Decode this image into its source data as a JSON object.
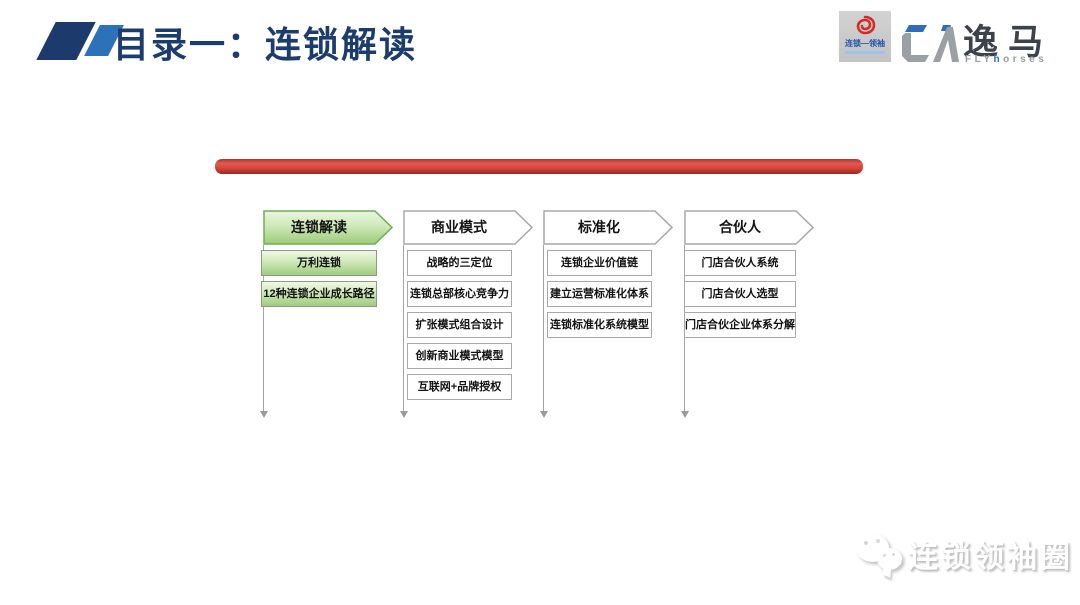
{
  "slide": {
    "title": "目录一：连锁解读",
    "watermark": "连锁领袖圈"
  },
  "logos": {
    "badge_text": "连锁—领袖",
    "brand_name": "逸马",
    "brand_subtitle": "FLYhorses"
  },
  "diagram": {
    "columns": [
      {
        "header": "连锁解读",
        "style": "green",
        "items": [
          "万利连锁",
          "12种连锁企业成长路径"
        ]
      },
      {
        "header": "商业模式",
        "style": "white",
        "items": [
          "战略的三定位",
          "连锁总部核心竞争力",
          "扩张模式组合设计",
          "创新商业模式模型",
          "互联网+品牌授权"
        ]
      },
      {
        "header": "标准化",
        "style": "white",
        "items": [
          "连锁企业价值链",
          "建立运营标准化体系",
          "连锁标准化系统模型"
        ]
      },
      {
        "header": "合伙人",
        "style": "white",
        "items": [
          "门店合伙人系统",
          "门店合伙人选型",
          "门店合伙企业体系分解"
        ]
      }
    ]
  },
  "colors": {
    "title_blue": "#1d3c6e",
    "divider_red": "#d6433a",
    "green_fill_light": "#eaf5df",
    "green_fill_dark": "#9ccb79",
    "green_border": "#74ab55",
    "gray_border": "#a8a8a8",
    "brand_gray": "#9aa0a6",
    "brand_blue": "#2f6fba",
    "badge_red": "#d42b26",
    "badge_text_blue": "#2456a8"
  }
}
